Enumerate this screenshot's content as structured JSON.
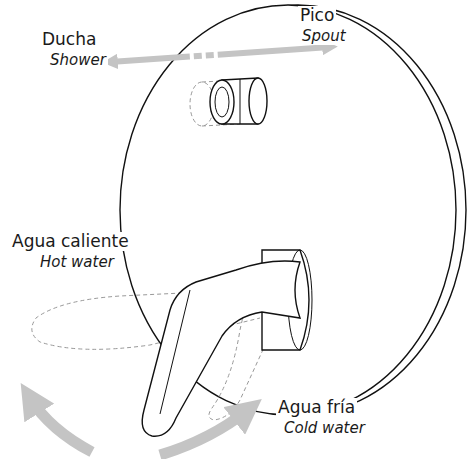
{
  "diagram": {
    "labels": [
      "Ducha",
      "Shower",
      "Pico",
      "Spout",
      "Agua caliente",
      "Hot water",
      "Agua fría",
      "Cold water"
    ]
  }
}
